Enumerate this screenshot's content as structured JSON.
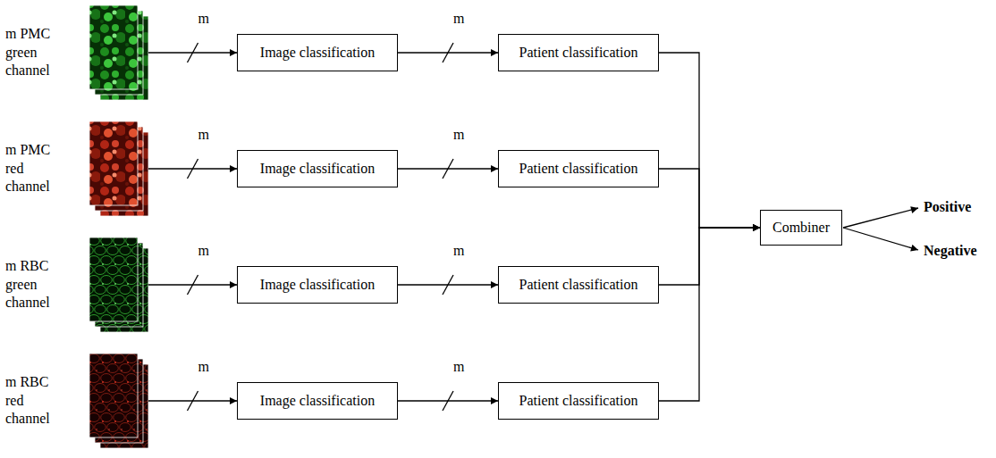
{
  "diagram": {
    "nodes": [
      {
        "text": [
          "m PMC green channel"
        ]
      },
      {
        "text": [
          "Image classification"
        ]
      },
      {
        "text": [
          "Patient classification"
        ]
      },
      {
        "text": [
          "m PMC red channel"
        ]
      },
      {
        "text": [
          "Image classification"
        ]
      },
      {
        "text": [
          "Patient classification"
        ]
      },
      {
        "text": [
          "m RBC green channel"
        ]
      },
      {
        "text": [
          "Image classification"
        ]
      },
      {
        "text": [
          "Patient classification"
        ]
      },
      {
        "text": [
          "m RBC red channel"
        ]
      },
      {
        "text": [
          "Image classification"
        ]
      },
      {
        "text": [
          "Patient classification"
        ]
      },
      {
        "text": [
          "Combiner"
        ]
      }
    ],
    "edges": [
      {
        "from": 0,
        "to": 1,
        "label": "m",
        "arrow": "to"
      },
      {
        "from": 1,
        "to": 2,
        "label": "m",
        "arrow": "to"
      },
      {
        "from": 3,
        "to": 4,
        "label": "m",
        "arrow": "to"
      },
      {
        "from": 4,
        "to": 5,
        "label": "m",
        "arrow": "to"
      },
      {
        "from": 6,
        "to": 7,
        "label": "m",
        "arrow": "to"
      },
      {
        "from": 7,
        "to": 8,
        "label": "m",
        "arrow": "to"
      },
      {
        "from": 9,
        "to": 10,
        "label": "m",
        "arrow": "to"
      },
      {
        "from": 10,
        "to": 11,
        "label": "m",
        "arrow": "to"
      },
      {
        "from": 2,
        "to": 12,
        "arrow": "to"
      },
      {
        "from": 5,
        "to": 12,
        "arrow": "to"
      },
      {
        "from": 8,
        "to": 12,
        "arrow": "to"
      },
      {
        "from": 11,
        "to": 12,
        "arrow": "to"
      }
    ],
    "labels": [
      "Positive",
      "Negative"
    ]
  }
}
